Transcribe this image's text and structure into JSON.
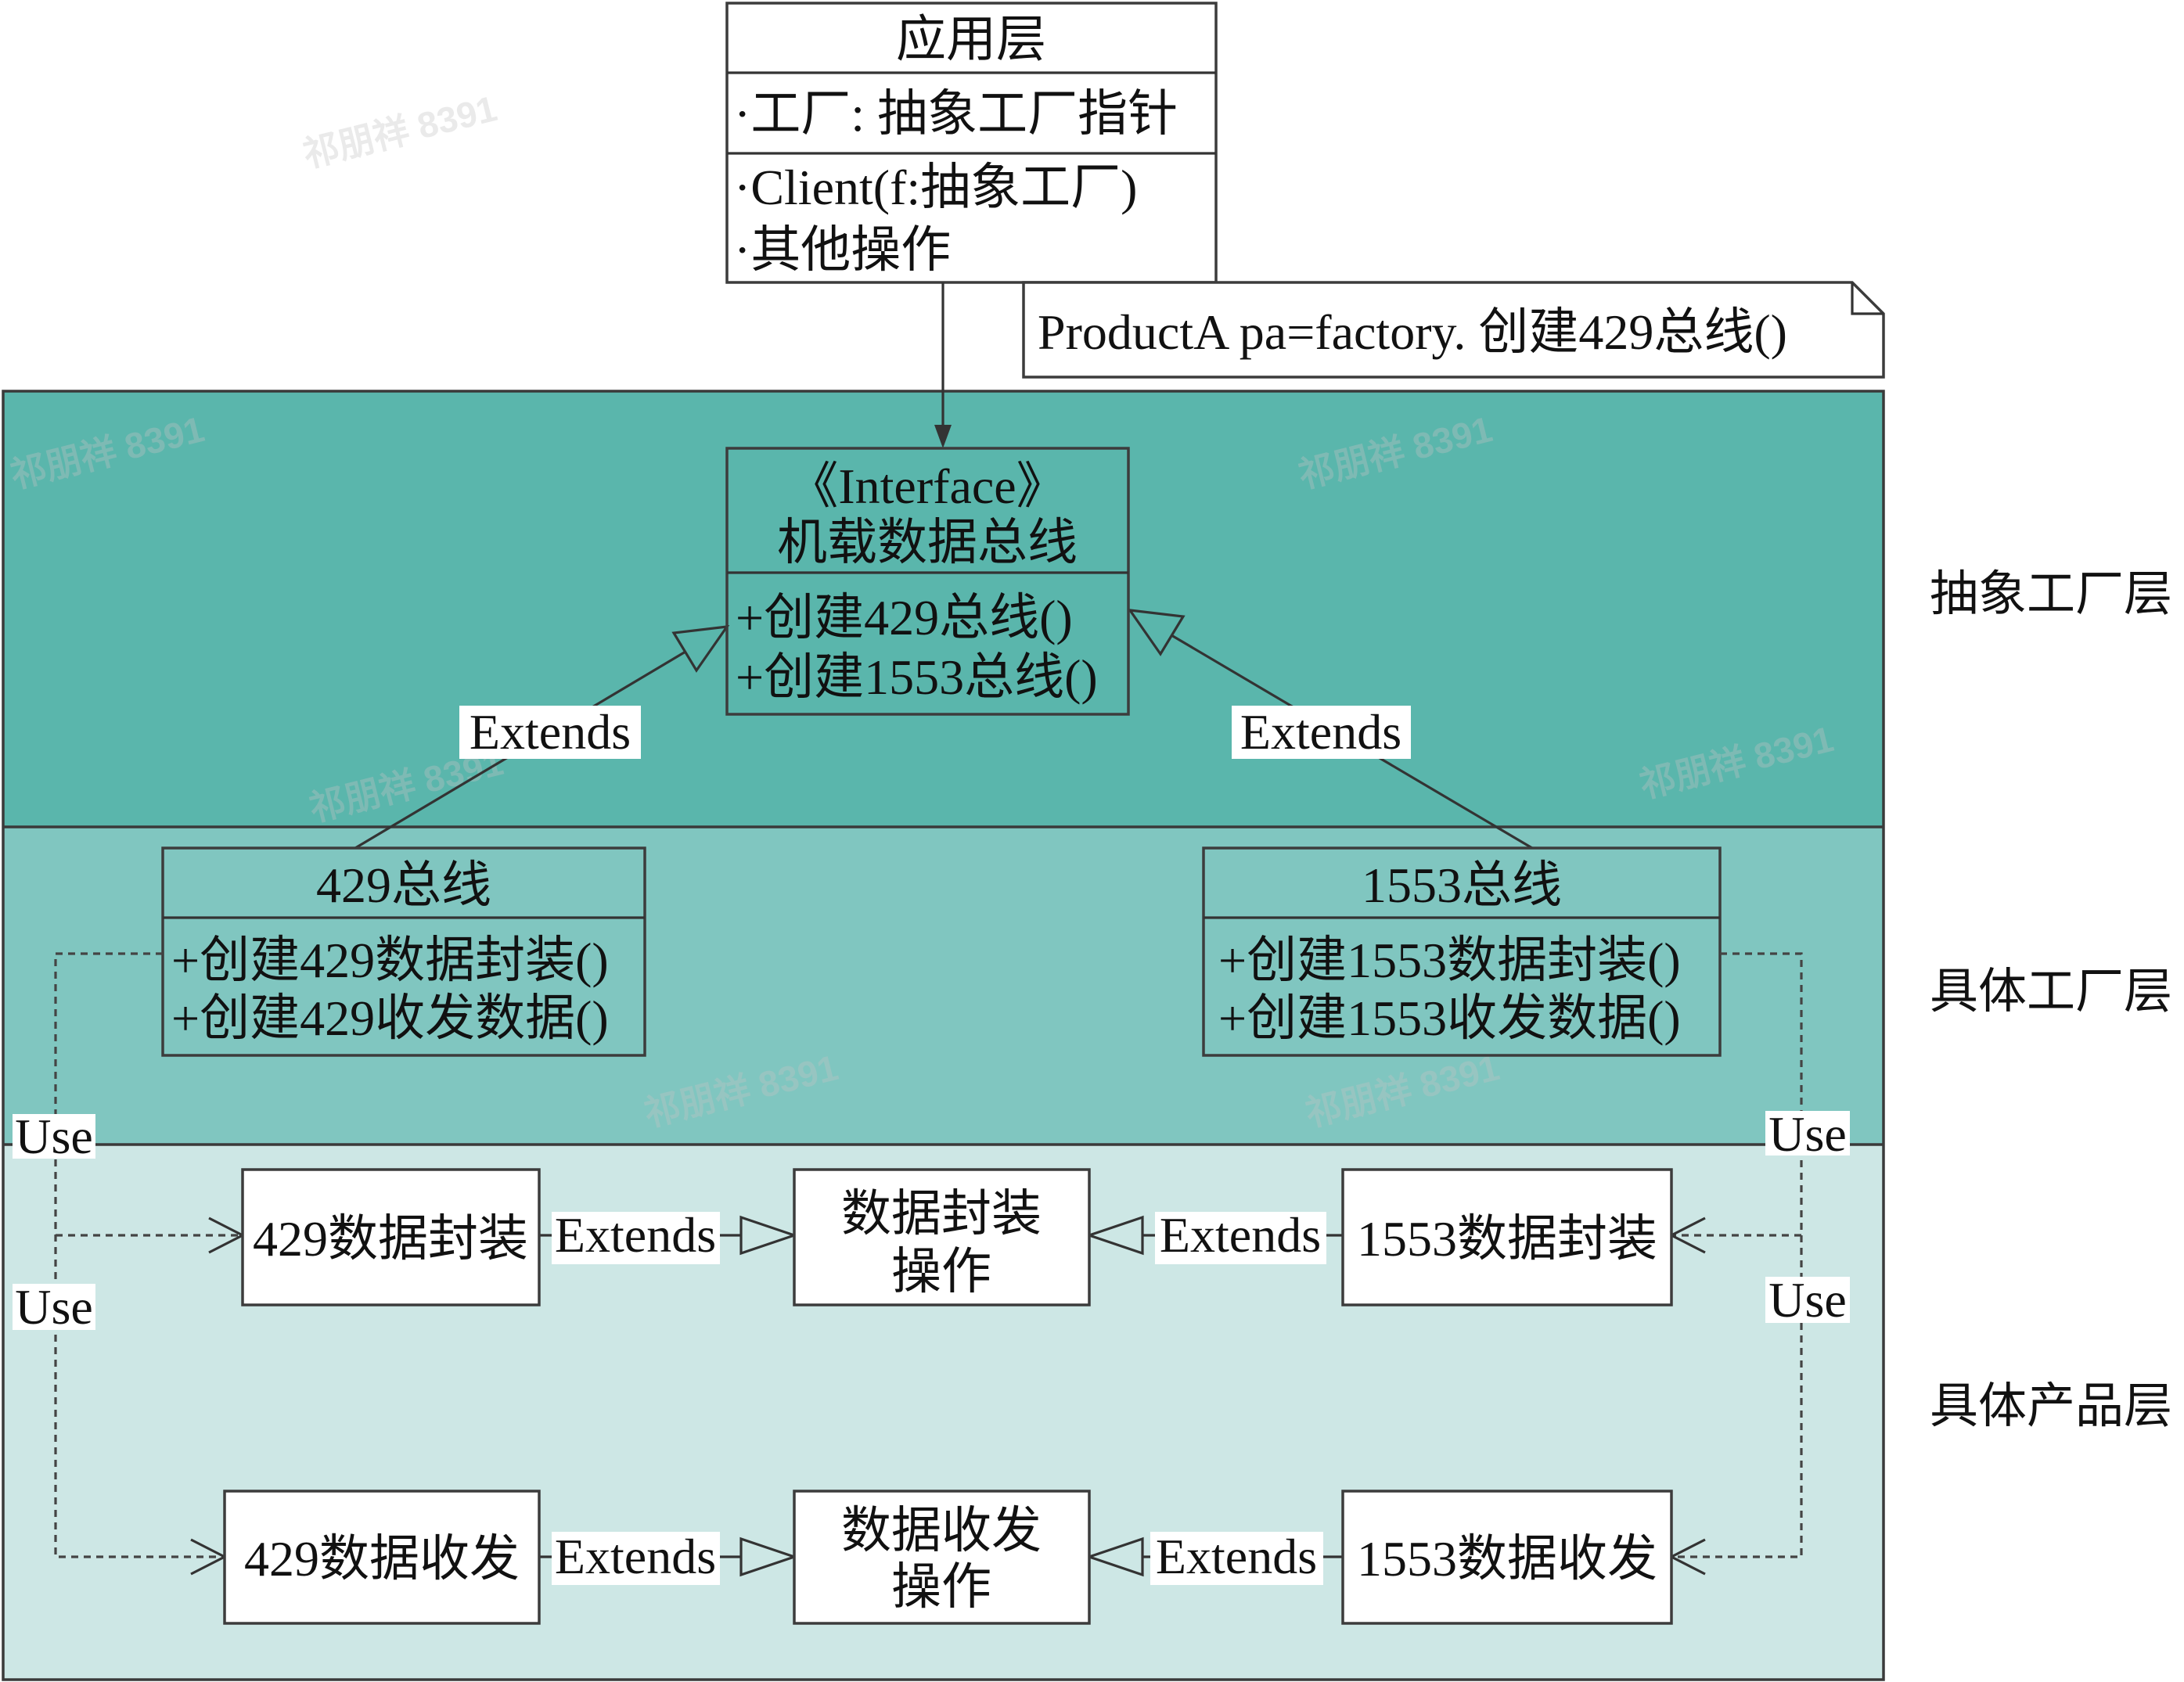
{
  "application_layer": {
    "title": "应用层",
    "attributes": [
      "·工厂: 抽象工厂指针"
    ],
    "operations": [
      "·Client(f:抽象工厂)",
      "·其他操作"
    ]
  },
  "note": {
    "text": "ProductA pa=factory. 创建429总线()"
  },
  "abstract_factory": {
    "stereotype": "《Interface》",
    "name": "机载数据总线",
    "operations": [
      "+创建429总线()",
      "+创建1553总线()"
    ]
  },
  "concrete_factories": [
    {
      "name": "429总线",
      "operations": [
        "+创建429数据封装()",
        "+创建429收发数据()"
      ]
    },
    {
      "name": "1553总线",
      "operations": [
        "+创建1553数据封装()",
        "+创建1553收发数据()"
      ]
    }
  ],
  "products": {
    "encapsulation": {
      "product_429": "429数据封装",
      "abstract_lines": [
        "数据封装",
        "操作"
      ],
      "product_1553": "1553数据封装"
    },
    "transceiving": {
      "product_429": "429数据收发",
      "abstract_lines": [
        "数据收发",
        "操作"
      ],
      "product_1553": "1553数据收发"
    }
  },
  "edges": [
    {
      "label": "Extends"
    },
    {
      "label": "Extends"
    },
    {
      "label": "Extends"
    },
    {
      "label": "Extends"
    },
    {
      "label": "Extends"
    },
    {
      "label": "Extends"
    },
    {
      "label": "Use"
    },
    {
      "label": "Use"
    },
    {
      "label": "Use"
    },
    {
      "label": "Use"
    }
  ],
  "layers": [
    "抽象工厂层",
    "具体工厂层",
    "具体产品层"
  ],
  "colors": {
    "abstract_factory_layer": "#5ab6ac",
    "concrete_factory_layer": "#80c6c0",
    "concrete_product_layer": "#cde7e5",
    "line": "#333333"
  },
  "watermark": "祁朋祥 8391"
}
